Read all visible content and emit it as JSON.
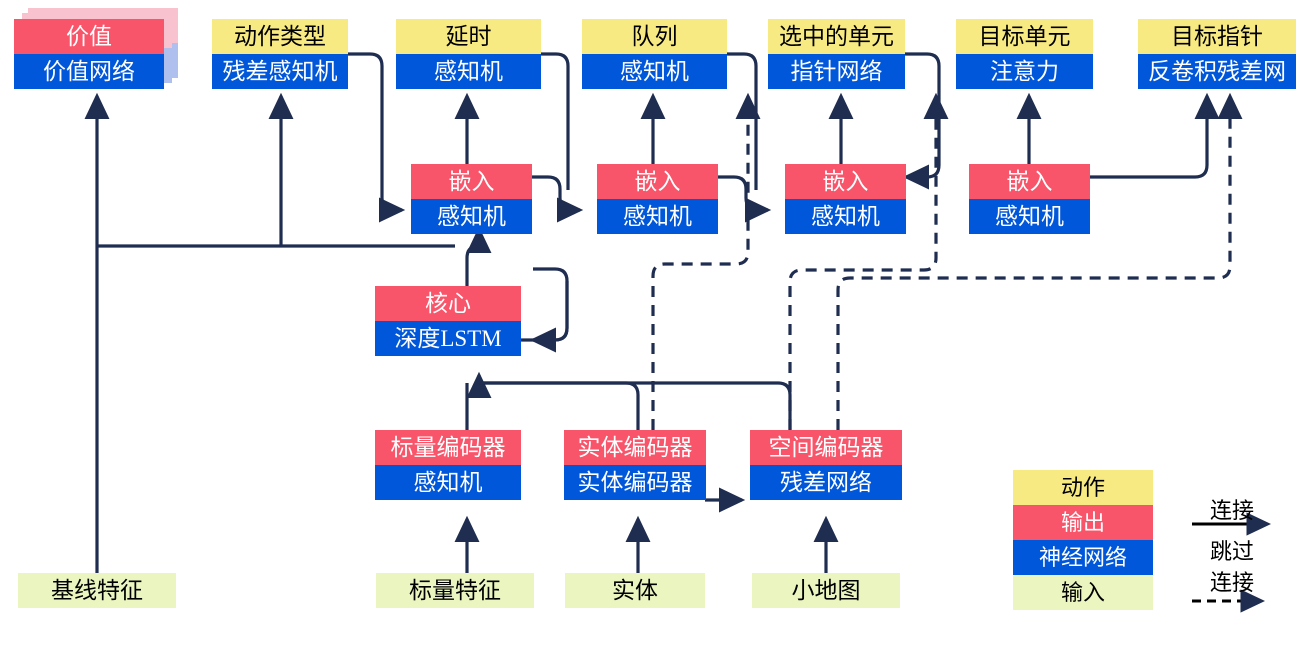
{
  "diagram": {
    "title": "AlphaStar-style agent architecture diagram (Chinese labels)",
    "colors": {
      "action": "#f8ea82",
      "output": "#f8546a",
      "network": "#0057d9",
      "input": "#eaf5c0",
      "wire": "#1f2d50",
      "shadow_top": "#f9c2cf",
      "shadow_bottom": "#afc0ef"
    }
  },
  "nodes": {
    "value": {
      "top": "价值",
      "bottom": "价值网络"
    },
    "action_type": {
      "top": "动作类型",
      "bottom": "残差感知机"
    },
    "delay": {
      "top": "延时",
      "bottom": "感知机"
    },
    "queue": {
      "top": "队列",
      "bottom": "感知机"
    },
    "selected_units": {
      "top": "选中的单元",
      "bottom": "指针网络"
    },
    "target_unit": {
      "top": "目标单元",
      "bottom": "注意力"
    },
    "target_point": {
      "top": "目标指针",
      "bottom": "反卷积残差网"
    },
    "embed1": {
      "top": "嵌入",
      "bottom": "感知机"
    },
    "embed2": {
      "top": "嵌入",
      "bottom": "感知机"
    },
    "embed3": {
      "top": "嵌入",
      "bottom": "感知机"
    },
    "embed4": {
      "top": "嵌入",
      "bottom": "感知机"
    },
    "core": {
      "top": "核心",
      "bottom": "深度LSTM"
    },
    "scalar_encoder": {
      "top": "标量编码器",
      "bottom": "感知机"
    },
    "entity_encoder": {
      "top": "实体编码器",
      "bottom": "实体编码器"
    },
    "spatial_encoder": {
      "top": "空间编码器",
      "bottom": "残差网络"
    }
  },
  "inputs": {
    "baseline_features": "基线特征",
    "scalar_features": "标量特征",
    "entities": "实体",
    "minimap": "小地图"
  },
  "legend": {
    "action": "动作",
    "output": "输出",
    "network": "神经网络",
    "input": "输入",
    "connection": "连接",
    "skip_line1": "跳过",
    "skip_line2": "连接"
  }
}
